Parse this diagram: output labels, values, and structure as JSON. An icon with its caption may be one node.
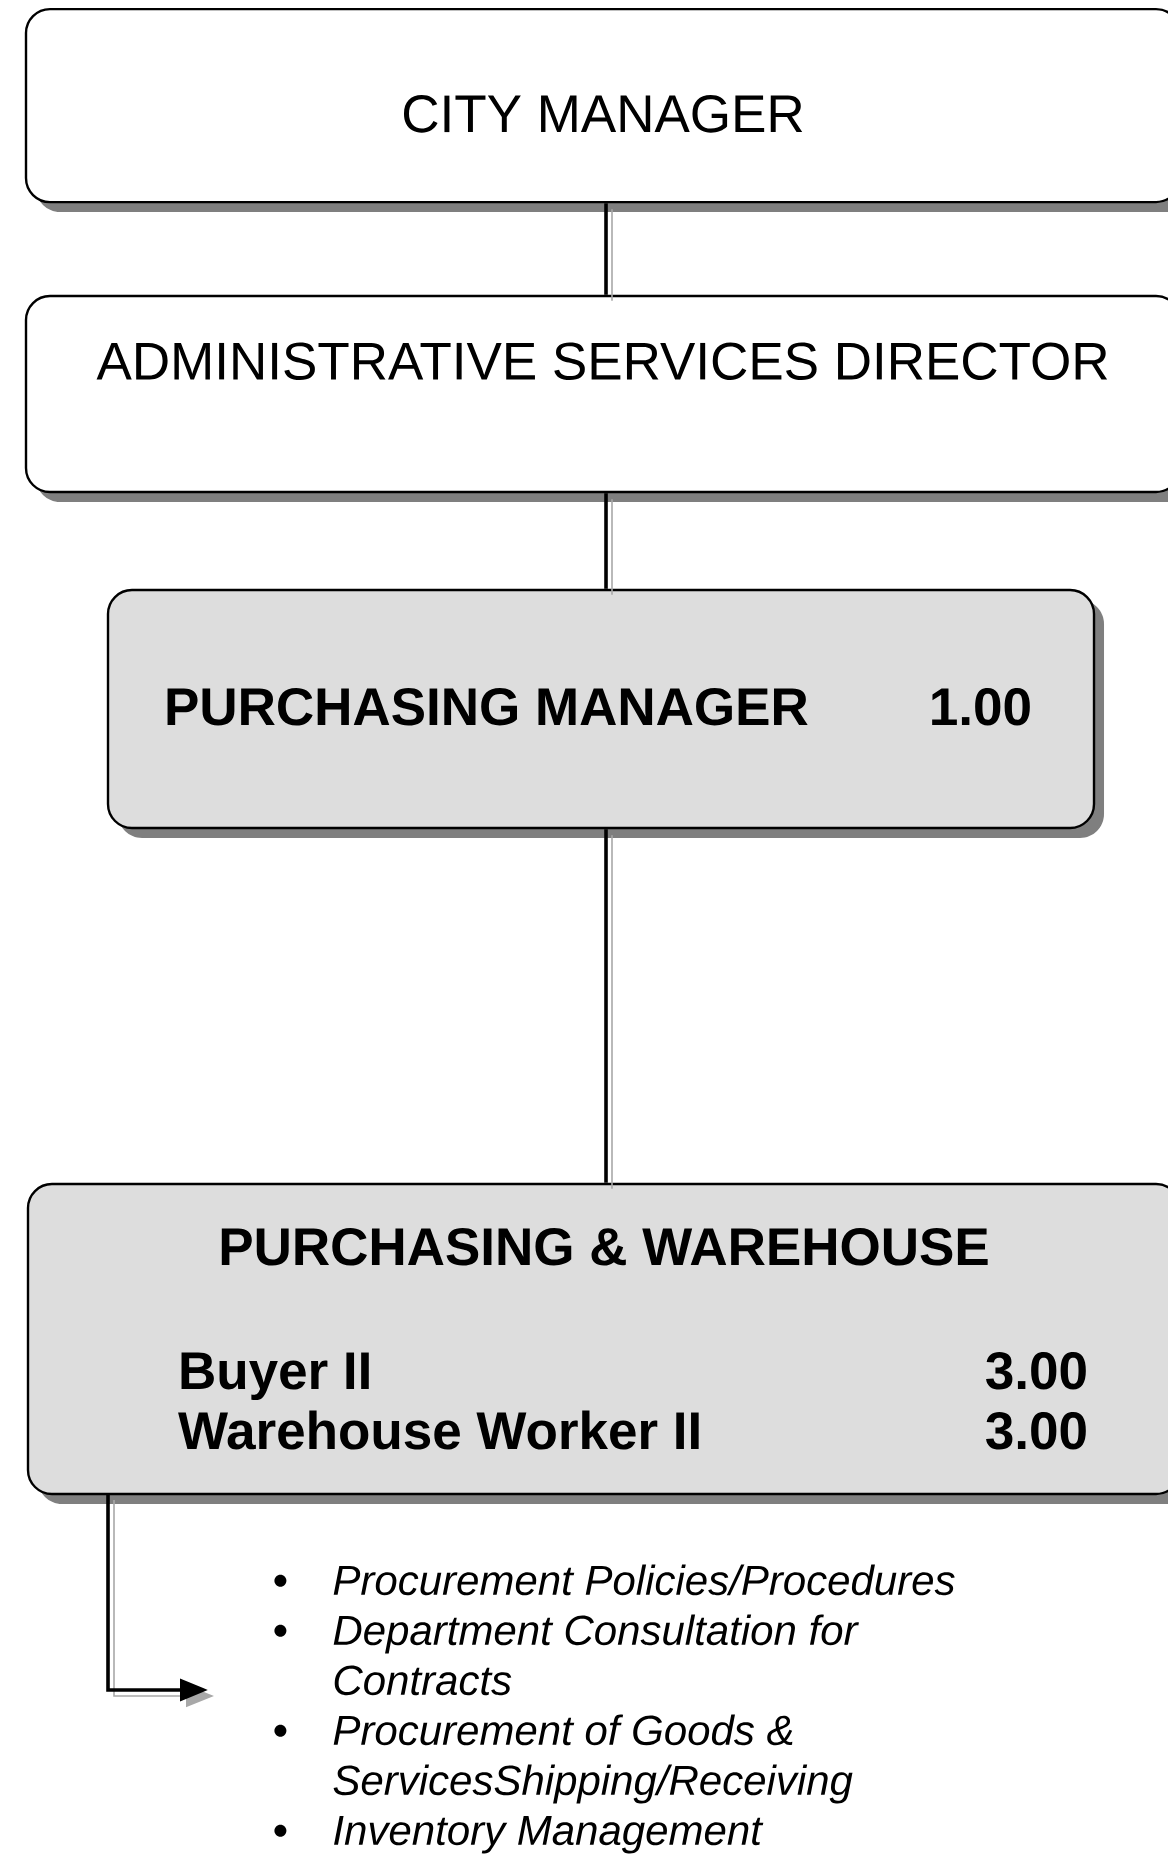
{
  "diagram": {
    "nodes": [
      {
        "text": [
          "CITY MANAGER"
        ]
      },
      {
        "text": [
          "ADMINISTRATIVE SERVICES DIRECTOR"
        ]
      },
      {
        "text": [
          "PURCHASING MANAGER",
          "1.00"
        ]
      },
      {
        "text": [
          "PURCHASING & WAREHOUSE",
          "Buyer II",
          "3.00",
          "Warehouse Worker II",
          "3.00"
        ]
      },
      {
        "text": [
          "Procurement Policies/Procedures",
          "Department Consultation for Contracts",
          "Procurement of Goods & ServicesShipping/Receiving",
          "Inventory Management"
        ]
      }
    ],
    "edges": [
      {
        "from": 0,
        "to": 1,
        "arrow": "none"
      },
      {
        "from": 1,
        "to": 2,
        "arrow": "none"
      },
      {
        "from": 2,
        "to": 3,
        "arrow": "none"
      },
      {
        "from": 3,
        "to": 4,
        "arrow": "to"
      }
    ]
  }
}
